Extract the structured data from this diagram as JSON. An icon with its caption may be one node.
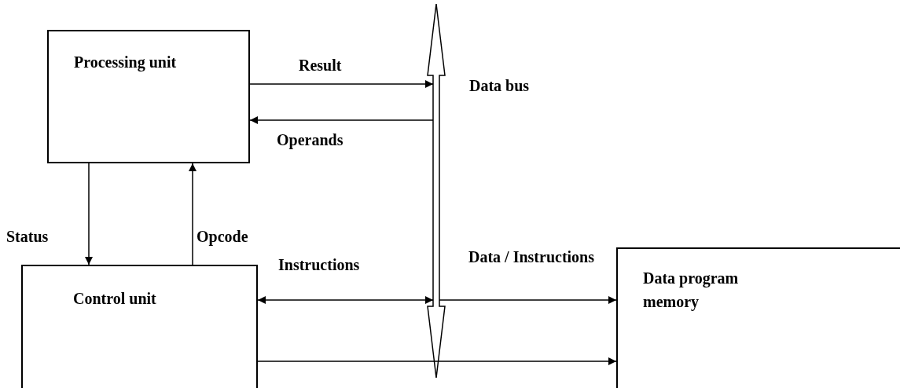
{
  "diagram": {
    "nodes": [
      {
        "text": [
          "Processing unit"
        ]
      },
      {
        "text": [
          "Control unit"
        ]
      },
      {
        "text": [
          "Data bus"
        ]
      },
      {
        "text": [
          "Data program memory"
        ]
      }
    ],
    "edges": [
      {
        "from": 0,
        "to": 2,
        "arrow": "to",
        "label": "Result"
      },
      {
        "from": 2,
        "to": 0,
        "arrow": "to",
        "label": "Operands"
      },
      {
        "from": 0,
        "to": 1,
        "arrow": "to",
        "label": "Status"
      },
      {
        "from": 1,
        "to": 0,
        "arrow": "to",
        "label": "Opcode"
      },
      {
        "from": 1,
        "to": 2,
        "arrow": "both",
        "label": "Instructions"
      },
      {
        "from": 2,
        "to": 3,
        "arrow": "to",
        "label": "Data / Instructions"
      },
      {
        "from": 1,
        "to": 3,
        "arrow": "to"
      }
    ]
  }
}
